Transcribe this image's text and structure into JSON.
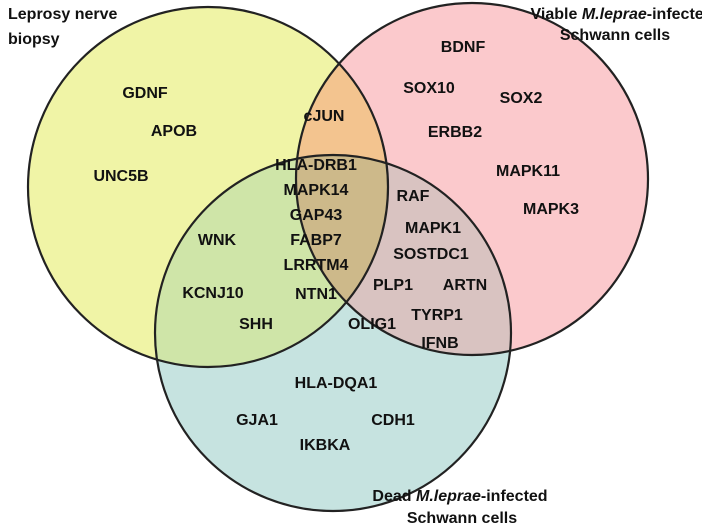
{
  "sets": {
    "biopsy": {
      "line1": "Leprosy nerve",
      "line2": "biopsy",
      "fill": "#f0f4a6"
    },
    "viable": {
      "line1_prefix": "Viable ",
      "line1_italic": "M.leprae",
      "line1_suffix": "-infected",
      "line2": "Schwann cells",
      "fill": "#fbc9cc"
    },
    "dead": {
      "line1_prefix": "Dead ",
      "line1_italic": "M.leprae",
      "line1_suffix": "-infected",
      "line2": "Schwann cells",
      "fill": "#c6e3e0"
    }
  },
  "overlap_colors": {
    "biopsy_viable": "#f3c48f",
    "biopsy_dead": "#cfe5a8",
    "viable_dead": "#d9c3c1",
    "all_three": "#cdb98a"
  },
  "regions": {
    "biopsy_only": [
      "GDNF",
      "APOB",
      "UNC5B"
    ],
    "viable_only": [
      "BDNF",
      "SOX10",
      "SOX2",
      "ERBB2",
      "MAPK11",
      "MAPK3"
    ],
    "dead_only": [
      "HLA-DQA1",
      "GJA1",
      "CDH1",
      "IKBKA"
    ],
    "biopsy_viable": [
      "cJUN"
    ],
    "biopsy_dead": [
      "WNK",
      "KCNJ10",
      "SHH"
    ],
    "viable_dead": [
      "RAF",
      "MAPK1",
      "SOSTDC1",
      "PLP1",
      "ARTN",
      "TYRP1",
      "OLIG1",
      "IFNB"
    ],
    "all_three": [
      "HLA-DRB1",
      "MAPK14",
      "GAP43",
      "FABP7",
      "LRRTM4",
      "NTN1"
    ]
  }
}
